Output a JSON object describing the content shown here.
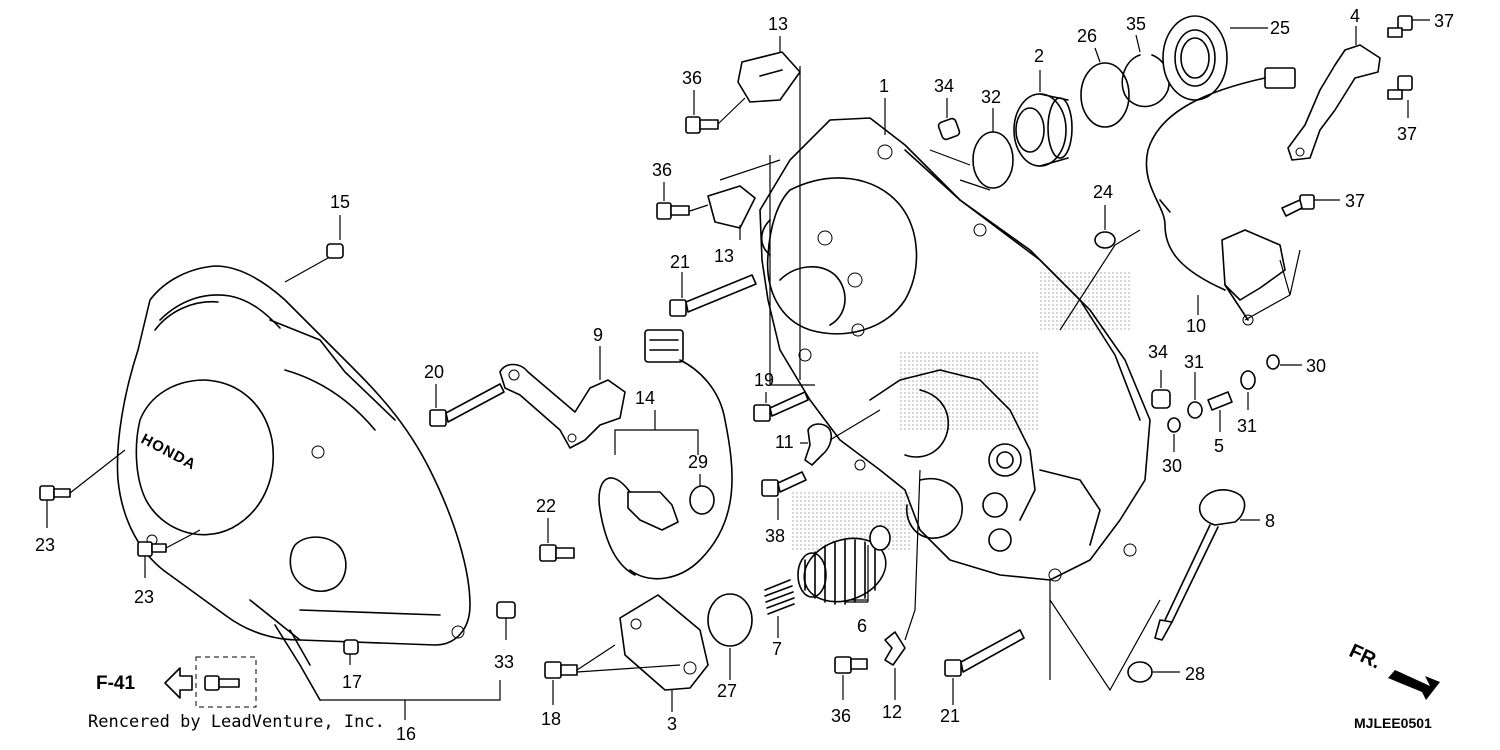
{
  "labels": {
    "p1": "1",
    "p2": "2",
    "p3": "3",
    "p4": "4",
    "p5": "5",
    "p6": "6",
    "p7": "7",
    "p8": "8",
    "p9": "9",
    "p10": "10",
    "p11": "11",
    "p12": "12",
    "p13a": "13",
    "p13b": "13",
    "p14": "14",
    "p15": "15",
    "p16": "16",
    "p17": "17",
    "p18": "18",
    "p19": "19",
    "p20": "20",
    "p21a": "21",
    "p21b": "21",
    "p22": "22",
    "p23a": "23",
    "p23b": "23",
    "p24": "24",
    "p25": "25",
    "p26": "26",
    "p27": "27",
    "p28": "28",
    "p29": "29",
    "p30a": "30",
    "p30b": "30",
    "p31a": "31",
    "p31b": "31",
    "p32": "32",
    "p33": "33",
    "p34a": "34",
    "p34b": "34",
    "p35": "35",
    "p36a": "36",
    "p36b": "36",
    "p36c": "36",
    "p37a": "37",
    "p37b": "37",
    "p37c": "37",
    "p38": "38"
  },
  "brand_text": "HONDA",
  "reference": "F-41",
  "direction": "FR.",
  "credit": "Rencered by LeadVenture, Inc.",
  "diagram_code": "MJLEE0501"
}
